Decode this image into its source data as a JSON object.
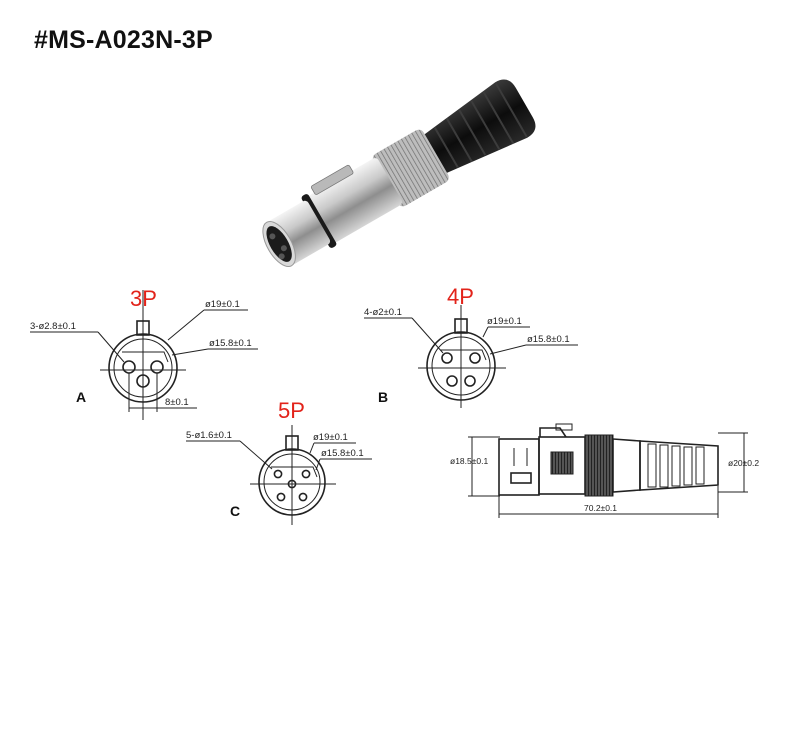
{
  "title": "#MS-A023N-3P",
  "view_a": {
    "pin_label": "3P",
    "letter": "A",
    "dim_outer": "ø19±0.1",
    "dim_inner": "ø15.8±0.1",
    "dim_holes": "3-ø2.8±0.1",
    "dim_spacing": "8±0.1"
  },
  "view_b": {
    "pin_label": "4P",
    "letter": "B",
    "dim_outer": "ø19±0.1",
    "dim_inner": "ø15.8±0.1",
    "dim_holes": "4-ø2±0.1"
  },
  "view_c": {
    "pin_label": "5P",
    "letter": "C",
    "dim_outer": "ø19±0.1",
    "dim_inner": "ø15.8±0.1",
    "dim_holes": "5-ø1.6±0.1"
  },
  "side_view": {
    "dim_front": "ø18.5±0.1",
    "dim_rear": "ø20±0.2",
    "dim_length": "70.2±0.1"
  },
  "colors": {
    "pin_label": "#e2231a",
    "line": "#222222"
  }
}
